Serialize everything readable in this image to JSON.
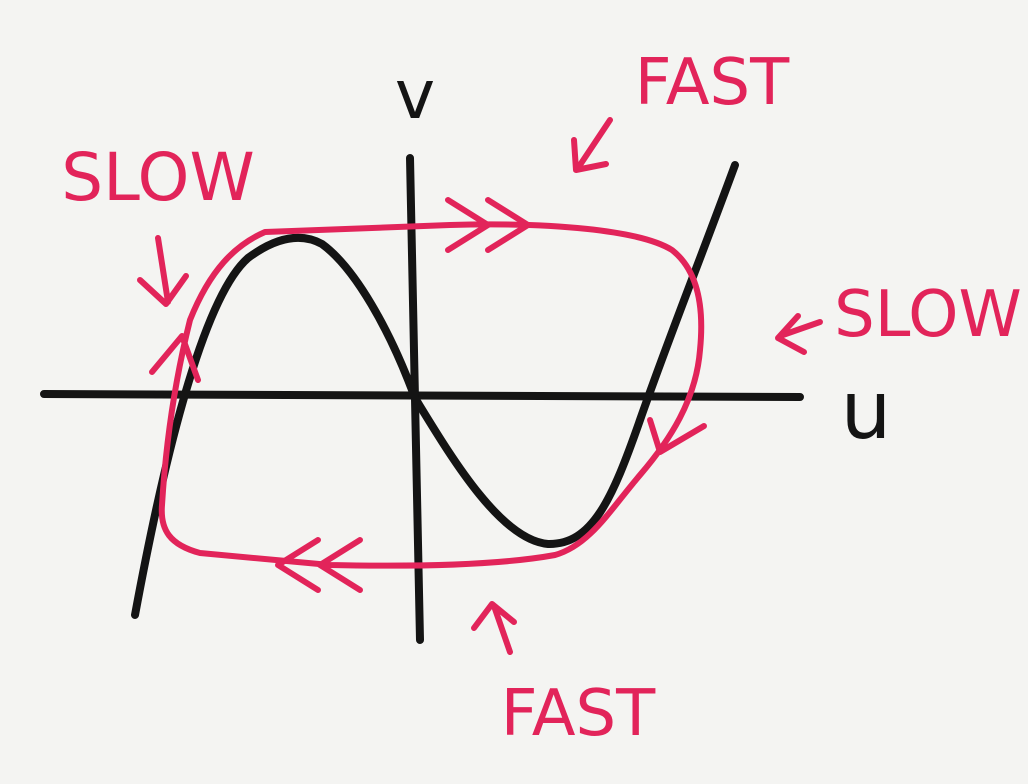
{
  "axes": {
    "horizontal_label": "u",
    "vertical_label": "v"
  },
  "annotations": {
    "slow_left": "SLOW",
    "slow_right": "SLOW",
    "fast_top": "FAST",
    "fast_bottom": "FAST"
  },
  "colors": {
    "ink": "#141414",
    "loop": "#e2245a",
    "paper": "#f4f4f2"
  }
}
